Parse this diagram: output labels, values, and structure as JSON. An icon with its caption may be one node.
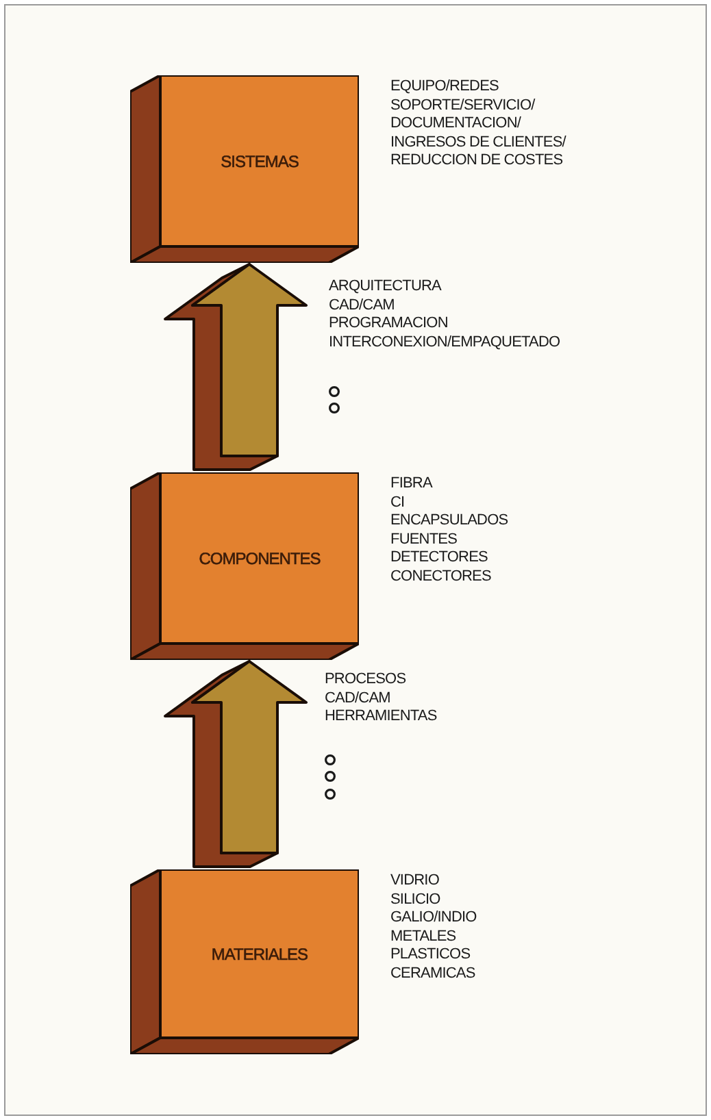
{
  "diagram": {
    "nodes": [
      {
        "text": [
          "SISTEMAS"
        ],
        "beside": [
          "EQUIPO/REDES",
          "SOPORTE/SERVICIO/",
          "DOCUMENTACION/",
          "INGRESOS DE CLIENTES/",
          "REDUCCION DE COSTES"
        ]
      },
      {
        "text": [
          "COMPONENTES"
        ],
        "beside": [
          "FIBRA",
          "CI",
          "ENCAPSULADOS",
          "FUENTES",
          "DETECTORES",
          "CONECTORES"
        ]
      },
      {
        "text": [
          "MATERIALES"
        ],
        "beside": [
          "VIDRIO",
          "SILICIO",
          "GALIO/INDIO",
          "METALES",
          "PLASTICOS",
          "CERAMICAS"
        ]
      }
    ],
    "edges": [
      {
        "from": 1,
        "to": 0,
        "arrow": "to"
      },
      {
        "from": 2,
        "to": 1,
        "arrow": "to"
      }
    ],
    "labels": [
      "ARQUITECTURA",
      "CAD/CAM",
      "PROGRAMACION",
      "INTERCONEXION/EMPAQUETADO",
      "PROCESOS",
      "CAD/CAM",
      "HERRAMIENTAS"
    ]
  }
}
